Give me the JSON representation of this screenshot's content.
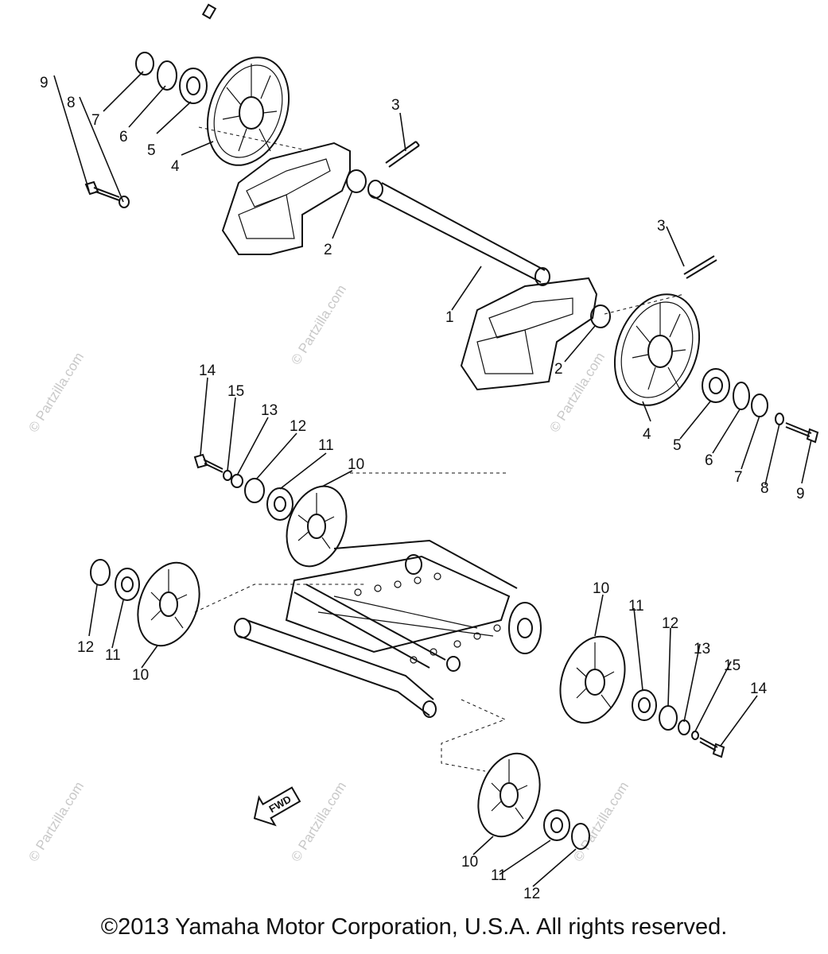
{
  "watermarks": {
    "side": "© Partzilla.com",
    "repeat": "© Partzilla.com"
  },
  "fwd_label": "FWD",
  "callouts": {
    "c9a": "9",
    "c8a": "8",
    "c7a": "7",
    "c6a": "6",
    "c5a": "5",
    "c4a": "4",
    "c3a": "3",
    "c2a": "2",
    "c1": "1",
    "c3b": "3",
    "c2b": "2",
    "c4b": "4",
    "c5b": "5",
    "c6b": "6",
    "c7b": "7",
    "c8b": "8",
    "c9b": "9",
    "c14a": "14",
    "c15a": "15",
    "c13a": "13",
    "c12a": "12",
    "c11a": "11",
    "c10a": "10",
    "c12b": "12",
    "c11b": "11",
    "c10b": "10",
    "c10c": "10",
    "c11c": "11",
    "c12c": "12",
    "c13b": "13",
    "c15b": "15",
    "c14b": "14",
    "c10d": "10",
    "c11d": "11",
    "c12d": "12"
  },
  "copyright": "©2013 Yamaha Motor Corporation, U.S.A. All rights reserved."
}
